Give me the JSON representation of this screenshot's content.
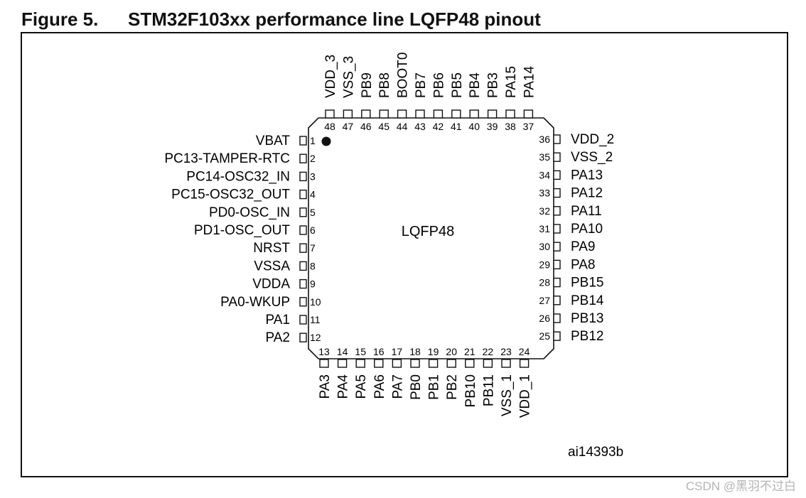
{
  "figure": {
    "number": "Figure 5.",
    "title": "STM32F103xx performance line LQFP48 pinout",
    "package_label": "LQFP48",
    "figure_code": "ai14393b"
  },
  "watermark": "CSDN @黑羽不过白",
  "pins": {
    "left": [
      {
        "num": "1",
        "name": "VBAT"
      },
      {
        "num": "2",
        "name": "PC13-TAMPER-RTC"
      },
      {
        "num": "3",
        "name": "PC14-OSC32_IN"
      },
      {
        "num": "4",
        "name": "PC15-OSC32_OUT"
      },
      {
        "num": "5",
        "name": "PD0-OSC_IN"
      },
      {
        "num": "6",
        "name": "PD1-OSC_OUT"
      },
      {
        "num": "7",
        "name": "NRST"
      },
      {
        "num": "8",
        "name": "VSSA"
      },
      {
        "num": "9",
        "name": "VDDA"
      },
      {
        "num": "10",
        "name": "PA0-WKUP"
      },
      {
        "num": "11",
        "name": "PA1"
      },
      {
        "num": "12",
        "name": "PA2"
      }
    ],
    "bottom": [
      {
        "num": "13",
        "name": "PA3"
      },
      {
        "num": "14",
        "name": "PA4"
      },
      {
        "num": "15",
        "name": "PA5"
      },
      {
        "num": "16",
        "name": "PA6"
      },
      {
        "num": "17",
        "name": "PA7"
      },
      {
        "num": "18",
        "name": "PB0"
      },
      {
        "num": "19",
        "name": "PB1"
      },
      {
        "num": "20",
        "name": "PB2"
      },
      {
        "num": "21",
        "name": "PB10"
      },
      {
        "num": "22",
        "name": "PB11"
      },
      {
        "num": "23",
        "name": "VSS_1"
      },
      {
        "num": "24",
        "name": "VDD_1"
      }
    ],
    "right": [
      {
        "num": "36",
        "name": "VDD_2"
      },
      {
        "num": "35",
        "name": "VSS_2"
      },
      {
        "num": "34",
        "name": "PA13"
      },
      {
        "num": "33",
        "name": "PA12"
      },
      {
        "num": "32",
        "name": "PA11"
      },
      {
        "num": "31",
        "name": "PA10"
      },
      {
        "num": "30",
        "name": "PA9"
      },
      {
        "num": "29",
        "name": "PA8"
      },
      {
        "num": "28",
        "name": "PB15"
      },
      {
        "num": "27",
        "name": "PB14"
      },
      {
        "num": "26",
        "name": "PB13"
      },
      {
        "num": "25",
        "name": "PB12"
      }
    ],
    "top": [
      {
        "num": "48",
        "name": "VDD_3"
      },
      {
        "num": "47",
        "name": "VSS_3"
      },
      {
        "num": "46",
        "name": "PB9"
      },
      {
        "num": "45",
        "name": "PB8"
      },
      {
        "num": "44",
        "name": "BOOT0"
      },
      {
        "num": "43",
        "name": "PB7"
      },
      {
        "num": "42",
        "name": "PB6"
      },
      {
        "num": "41",
        "name": "PB5"
      },
      {
        "num": "40",
        "name": "PB4"
      },
      {
        "num": "39",
        "name": "PB3"
      },
      {
        "num": "38",
        "name": "PA15"
      },
      {
        "num": "37",
        "name": "PA14"
      }
    ]
  }
}
